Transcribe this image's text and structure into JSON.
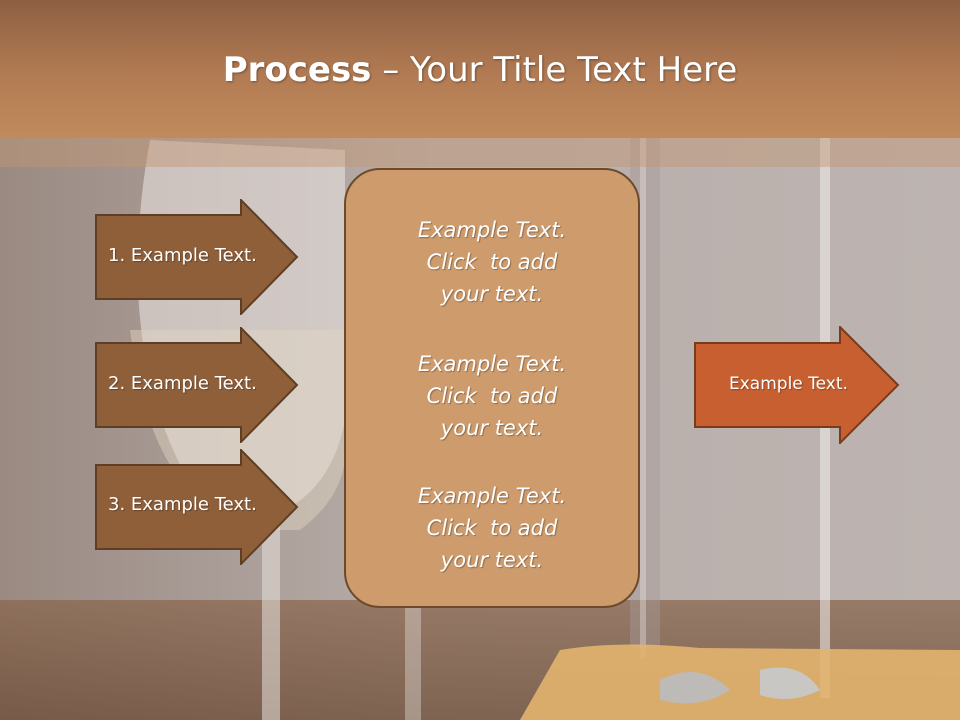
{
  "slide": {
    "title_bold": "Process",
    "title_rest": " – Your Title Text Here"
  },
  "steps": [
    {
      "label": "1. Example Text."
    },
    {
      "label": "2. Example Text."
    },
    {
      "label": "3. Example Text."
    }
  ],
  "center_blocks": [
    {
      "line1": "Example Text.",
      "line2": "Click  to add",
      "line3": "your text."
    },
    {
      "line1": "Example Text.",
      "line2": "Click  to add",
      "line3": "your text."
    },
    {
      "line1": "Example Text.",
      "line2": "Click  to add",
      "line3": "your text."
    }
  ],
  "result": {
    "label": "Example Text."
  },
  "colors": {
    "header": "#b27b53",
    "step_arrow": "#8f5f3a",
    "center_box": "#cd9b6c",
    "result_arrow": "#c85f30",
    "outline": "#6e4a2c"
  },
  "icons": [
    "right-arrow-shape"
  ]
}
